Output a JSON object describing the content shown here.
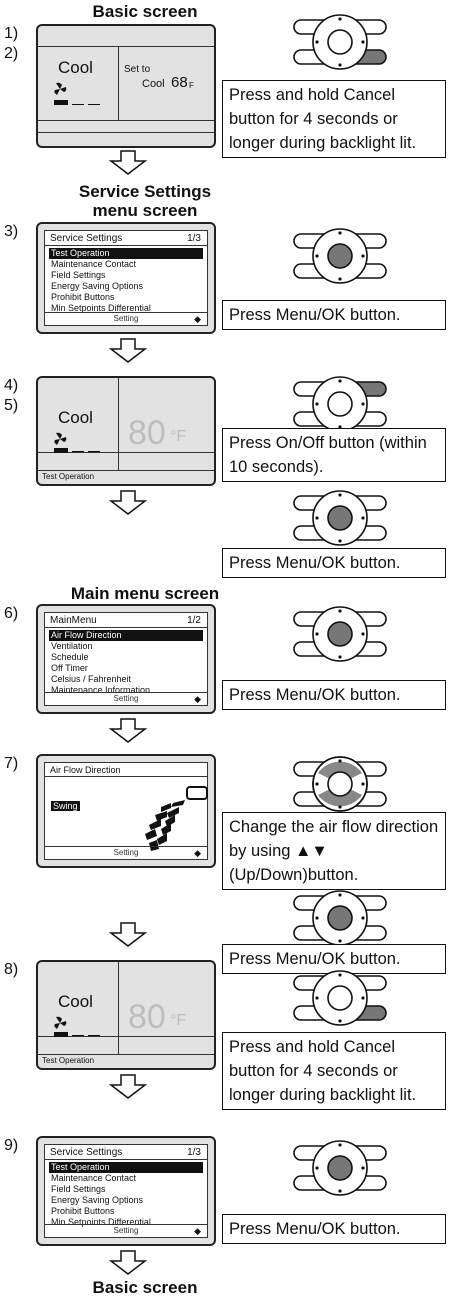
{
  "headings": {
    "basic_screen": "Basic screen",
    "service_settings": "Service Settings",
    "service_settings_2": "menu screen",
    "main_menu": "Main menu screen",
    "basic_screen_end": "Basic screen"
  },
  "steps": [
    "1)",
    "2)",
    "3)",
    "4)",
    "5)",
    "6)",
    "7)",
    "8)",
    "9)"
  ],
  "basic1": {
    "mode": "Cool",
    "set_to": "Set to",
    "set_mode": "Cool",
    "set_temp": "68",
    "unit": "F"
  },
  "service_menu": {
    "title": "Service Settings",
    "page": "1/3",
    "items": [
      "Test Operation",
      "Maintenance Contact",
      "Field Settings",
      "Energy Saving Options",
      "Prohibit Buttons",
      "Min Setpoints Differential"
    ],
    "footer": "Setting"
  },
  "test_screen": {
    "mode": "Cool",
    "temp": "80",
    "unit": "°F",
    "footer": "Test Operation"
  },
  "main_menu": {
    "title": "MainMenu",
    "page": "1/2",
    "items": [
      "Air Flow Direction",
      "Ventilation",
      "Schedule",
      "Off Timer",
      "Celsius / Fahrenheit",
      "Maintenance Information"
    ],
    "footer": "Setting"
  },
  "airflow": {
    "title": "Air Flow Direction",
    "swing": "Swing",
    "footer": "Setting"
  },
  "instructions": {
    "cancel_hold": "Press and hold Cancel button for 4 seconds or longer during backlight lit.",
    "menu_ok": "Press Menu/OK button.",
    "onoff": "Press On/Off button (within 10 seconds).",
    "change_dir": "Change the air flow direction by using ▲▼ (Up/Down)button."
  }
}
